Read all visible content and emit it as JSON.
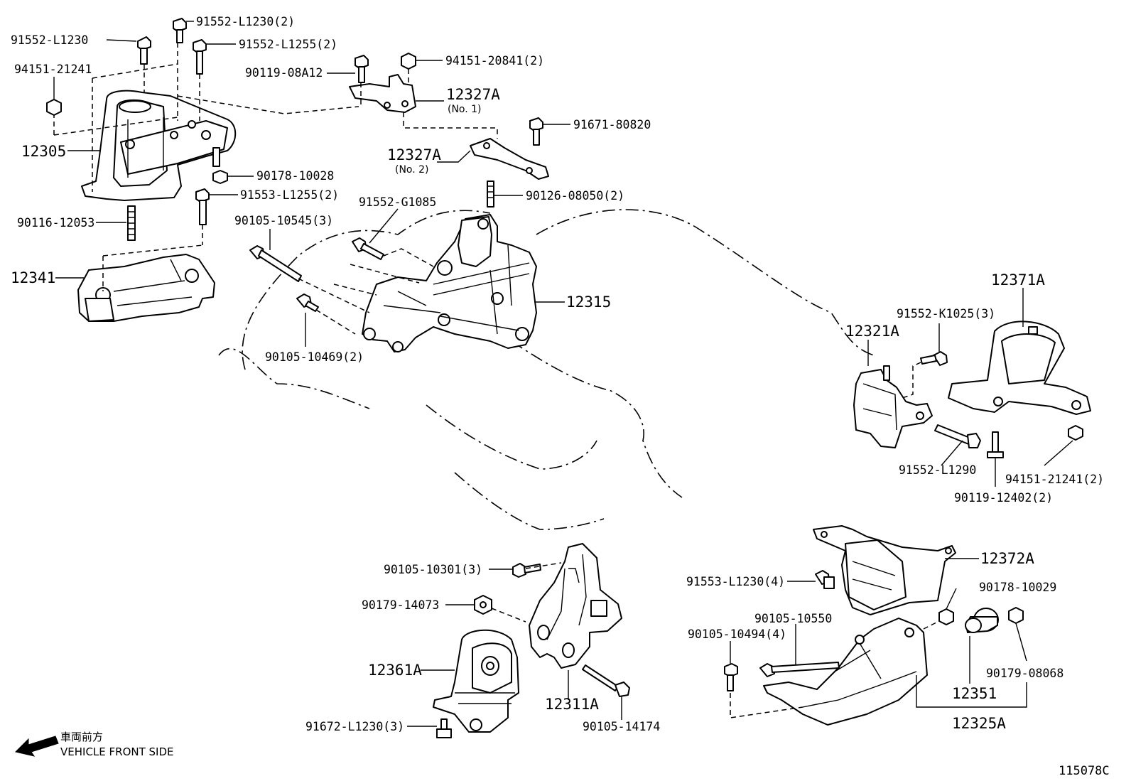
{
  "labels": {
    "p91552_L1230": "91552-L1230",
    "p91552_L1230_2": "91552-L1230(2)",
    "p91552_L1255_2": "91552-L1255(2)",
    "p94151_21241": "94151-21241",
    "p90119_08A12": "90119-08A12",
    "p94151_20841_2": "94151-20841(2)",
    "p12327A": "12327A",
    "p12327A_no1": "(No. 1)",
    "p91671_80820": "91671-80820",
    "p12305": "12305",
    "p12327A_b": "12327A",
    "p12327A_no2": "(No. 2)",
    "p90178_10028": "90178-10028",
    "p91553_L1255_2": "91553-L1255(2)",
    "p90126_08050_2": "90126-08050(2)",
    "p90116_12053": "90116-12053",
    "p90105_10545_3": "90105-10545(3)",
    "p91552_G1085": "91552-G1085",
    "p12341": "12341",
    "p12315": "12315",
    "p90105_10469_2": "90105-10469(2)",
    "p12371A": "12371A",
    "p91552_K1025_3": "91552-K1025(3)",
    "p12321A": "12321A",
    "p91552_L1290": "91552-L1290",
    "p94151_21241_2": "94151-21241(2)",
    "p90119_12402_2": "90119-12402(2)",
    "p12372A": "12372A",
    "p90105_10301_3": "90105-10301(3)",
    "p90179_14073": "90179-14073",
    "p91553_L1230_4": "91553-L1230(4)",
    "p90178_10029": "90178-10029",
    "p90105_10550": "90105-10550",
    "p90105_10494_4": "90105-10494(4)",
    "p12361A": "12361A",
    "p90179_08068": "90179-08068",
    "p12311A": "12311A",
    "p12351": "12351",
    "p91672_L1230_3": "91672-L1230(3)",
    "p90105_14174": "90105-14174",
    "p12325A": "12325A"
  },
  "legend": {
    "japanese": "車両前方",
    "english": "VEHICLE FRONT SIDE"
  },
  "reference_number": "115078C",
  "icons": {
    "front_arrow": "arrow-left-down-icon"
  }
}
